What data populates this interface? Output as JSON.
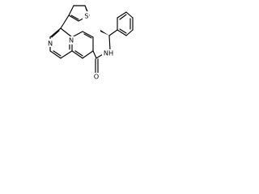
{
  "molecule": {
    "atoms": {
      "thiophene_s": "S",
      "naphthyridine_n7": "N",
      "naphthyridine_n1": "N",
      "amide_nh": "NH",
      "carbonyl_o": "O"
    },
    "bond_color": "#000000",
    "label_color": "#000000",
    "stereo_bond": "wedge"
  }
}
